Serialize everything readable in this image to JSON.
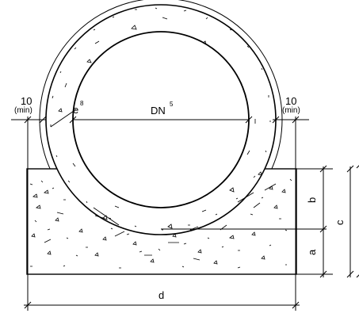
{
  "labels": {
    "left_clearance": "10",
    "left_clearance_note": "(min)",
    "right_clearance": "10",
    "right_clearance_note": "(min)",
    "wall_thickness": "e",
    "wall_thickness_ref": "8",
    "nominal_diameter": "DN",
    "nominal_diameter_ref": "5",
    "dim_b": "b",
    "dim_c": "c",
    "dim_a": "a",
    "dim_d": "d"
  },
  "colors": {
    "line": "#000000",
    "background": "#ffffff"
  }
}
